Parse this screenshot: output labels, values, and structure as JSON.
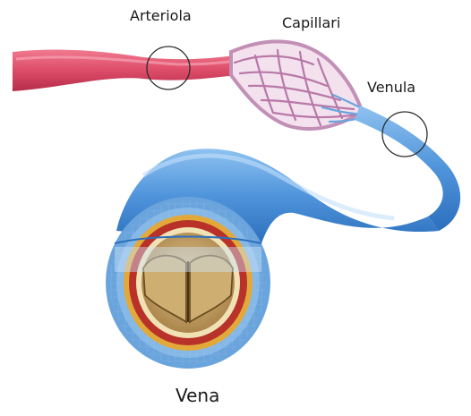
{
  "labels": {
    "arteriola": "Arteriola",
    "capillari": "Capillari",
    "venula": "Venula",
    "vena": "Vena"
  },
  "colors": {
    "artery": "#e0506c",
    "capillary": "#c28fb6",
    "vein": "#4f94db",
    "vein_light": "#9cc8f0",
    "muscle_layer": "#b8322a",
    "valve": "#c8a565"
  }
}
